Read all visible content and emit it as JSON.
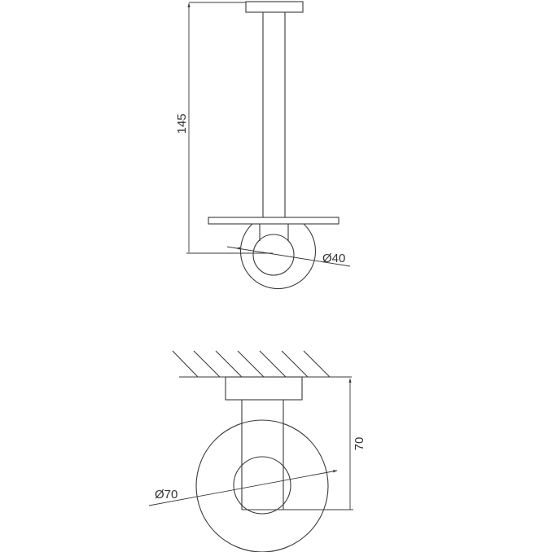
{
  "drawing": {
    "top_view": {
      "height_dimension": "145",
      "diameter_dimension": "Ø40"
    },
    "bottom_view": {
      "depth_dimension": "70",
      "diameter_dimension": "Ø70"
    },
    "colors": {
      "line": "#3a3a3a",
      "background": "#ffffff"
    }
  }
}
